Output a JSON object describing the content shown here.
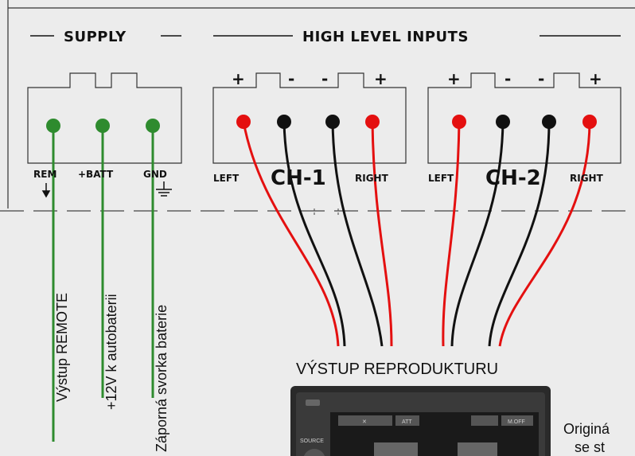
{
  "supply": {
    "title": "SUPPLY",
    "pins": {
      "rem": "REM",
      "batt": "+BATT",
      "gnd": "GND"
    }
  },
  "inputs": {
    "title": "HIGH LEVEL INPUTS",
    "ch1": {
      "label": "CH-1",
      "left": "LEFT",
      "right": "RIGHT"
    },
    "ch2": {
      "label": "CH-2",
      "left": "LEFT",
      "right": "RIGHT"
    },
    "plus": "+",
    "minus": "-"
  },
  "wire_labels": {
    "remote": "Výstup REMOTE",
    "batt": "+12V k autobaterii",
    "gnd": "Záporná svorka baterie"
  },
  "speaker_output": "VÝSTUP REPRODUKTURU",
  "head_unit": {
    "x_label": "✕",
    "att": "ATT",
    "moff": "M.OFF",
    "source": "SOURCE"
  },
  "note": {
    "line1": "Originá",
    "line2": "se   st"
  },
  "colors": {
    "red_wire": "#e41010",
    "black_wire": "#111111",
    "green_wire": "#2e8b2e",
    "background": "#ececec"
  }
}
